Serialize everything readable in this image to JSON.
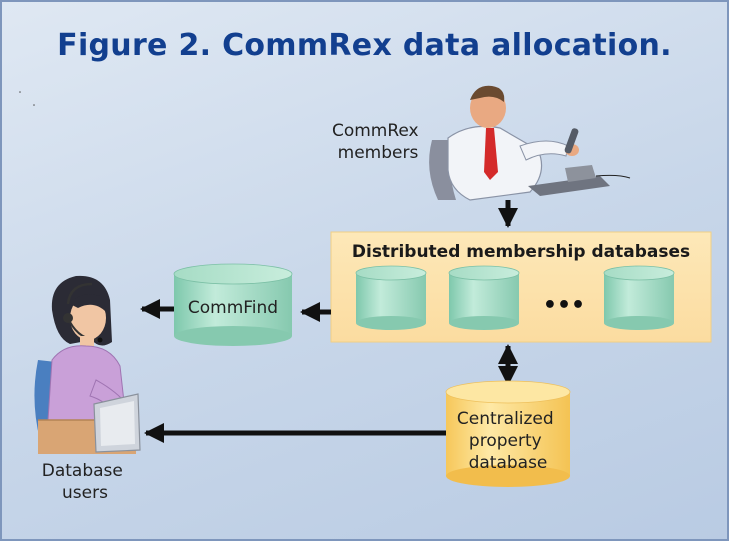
{
  "figure": {
    "title": "Figure 2. CommRex data allocation."
  },
  "nodes": {
    "commrex_members": [
      "CommRex",
      "members"
    ],
    "distributed_databases": "Distributed membership databases",
    "ellipsis": "•••",
    "commfind": "CommFind",
    "centralized_database": [
      "Centralized",
      "property",
      "database"
    ],
    "database_users": [
      "Database",
      "users"
    ]
  },
  "colors": {
    "title": "#123f8f",
    "panel": "#fde6b4",
    "teal_cylinder": "#a8dcc6",
    "yellow_cylinder": "#fde08a",
    "arrow": "#111111"
  },
  "icons": [
    "businessman-on-phone-icon",
    "operator-with-headset-icon"
  ]
}
